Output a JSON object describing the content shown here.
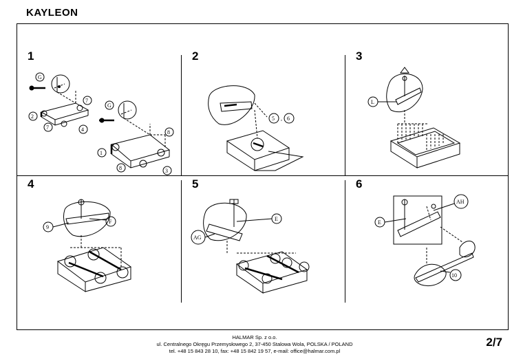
{
  "header": {
    "title": "KAYLEON"
  },
  "steps": [
    {
      "number": "1",
      "labels": [
        "G",
        "7",
        "2",
        "7",
        "4",
        "G",
        "8",
        "1",
        "8",
        "3"
      ]
    },
    {
      "number": "2",
      "labels": [
        "5",
        ",",
        "6"
      ]
    },
    {
      "number": "3",
      "labels": [
        "L"
      ]
    },
    {
      "number": "4",
      "labels": [
        "9",
        "F"
      ]
    },
    {
      "number": "5",
      "labels": [
        "E",
        "AG"
      ]
    },
    {
      "number": "6",
      "labels": [
        "AH",
        "E",
        "10"
      ]
    }
  ],
  "footer": {
    "company": "HALMAR Sp. z o.o.",
    "address": "ul. Centralnego Okręgu Przemysłowego 2, 37-450 Stalowa Wola, POLSKA / POLAND",
    "contact": "tel. +48 15 843 28 10, fax: +48 15 842 19 57, e-mail: office@halmar.com.pl"
  },
  "page": {
    "number": "2/7"
  }
}
